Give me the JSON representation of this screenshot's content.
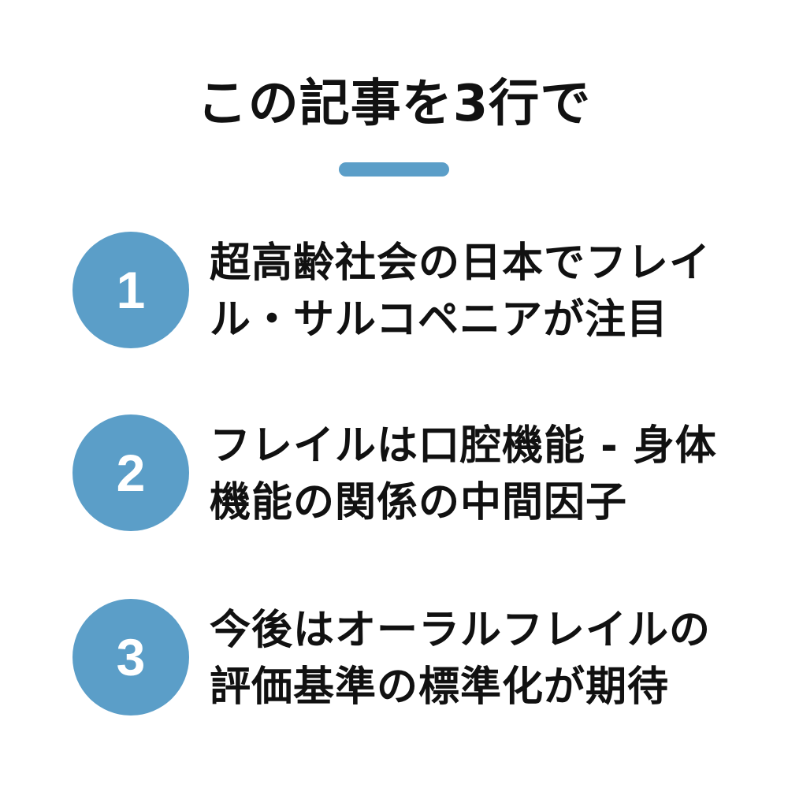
{
  "header": {
    "title": "この記事を3行で"
  },
  "colors": {
    "accent": "#5b9ec8",
    "text": "#111111",
    "background": "#ffffff"
  },
  "items": [
    {
      "number": "1",
      "line1": "超高齢社会の日本でフレイ",
      "line2": "ル・サルコペニアが注目"
    },
    {
      "number": "2",
      "line1": "フレイルは口腔機能 - 身体",
      "line2": "機能の関係の中間因子"
    },
    {
      "number": "3",
      "line1": "今後はオーラルフレイルの",
      "line2": "評価基準の標準化が期待"
    }
  ]
}
